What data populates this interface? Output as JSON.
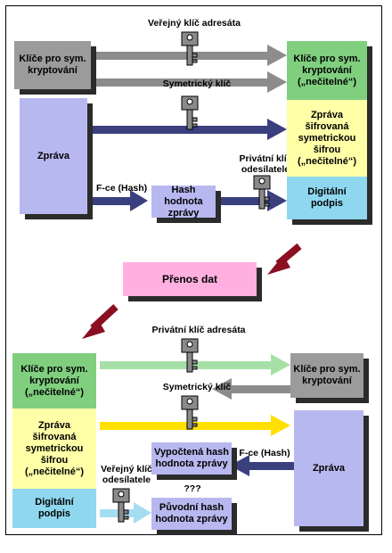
{
  "top": {
    "public_key_label": "Veřejný klíč adresáta",
    "sym_key_label": "Symetrický klíč",
    "fce_label": "F-ce (Hash)",
    "private_key_label": "Privátní klíč\nodesílatele",
    "box_sym_keys_left": "Klíče pro sym.\nkryptování",
    "box_message": "Zpráva",
    "box_hash": "Hash hodnota\nzprávy",
    "box_sym_keys_right": "Klíče pro sym.\nkryptování\n(„nečitelné“)",
    "box_encrypted_msg": "Zpráva\nšifrovaná\nsymetrickou\nšifrou\n(„nečitelné“)",
    "box_signature": "Digitální\npodpis"
  },
  "transfer": {
    "label": "Přenos dat"
  },
  "bottom": {
    "private_key_label": "Privátní klíč adresáta",
    "sym_key_label": "Symetrický klíč",
    "fce_label": "F-ce (Hash)",
    "public_key_label": "Veřejný klíč\nodesílatele",
    "question": "???",
    "box_sym_keys_left": "Klíče pro sym.\nkryptování\n(„nečitelné“)",
    "box_encrypted_msg": "Zpráva\nšifrovaná\nsymetrickou\nšifrou\n(„nečitelné“)",
    "box_signature": "Digitální\npodpis",
    "box_computed_hash": "Vypočtená hash\nhodnota zprávy",
    "box_original_hash": "Původní hash\nhodnota zprávy",
    "box_sym_keys_right": "Klíče pro sym.\nkryptování",
    "box_message": "Zpráva"
  },
  "colors": {
    "gray_arrow": "#8c8c8c",
    "navy_arrow": "#3a3f7e",
    "green_arrow": "#a6e0a6",
    "yellow_arrow": "#ffe000",
    "light_blue_arrow": "#a6dcf2",
    "maroon_arrow": "#8a0f20",
    "key_icon": "#8a8a8a"
  },
  "icons": [
    "key-icon"
  ]
}
